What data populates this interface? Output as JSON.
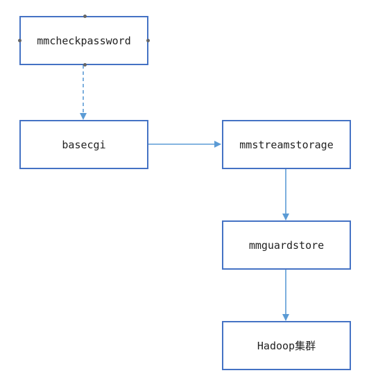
{
  "diagram": {
    "nodes": [
      {
        "id": "mmcheckpassword",
        "label": "mmcheckpassword"
      },
      {
        "id": "basecgi",
        "label": "basecgi"
      },
      {
        "id": "mmstreamstorage",
        "label": "mmstreamstorage"
      },
      {
        "id": "mmguardstore",
        "label": "mmguardstore"
      },
      {
        "id": "hadoop",
        "label": "Hadoop集群"
      }
    ],
    "edges": [
      {
        "from": "mmcheckpassword",
        "to": "basecgi",
        "style": "dashed"
      },
      {
        "from": "basecgi",
        "to": "mmstreamstorage",
        "style": "solid"
      },
      {
        "from": "mmstreamstorage",
        "to": "mmguardstore",
        "style": "solid"
      },
      {
        "from": "mmguardstore",
        "to": "hadoop",
        "style": "solid"
      }
    ],
    "colors": {
      "node_border": "#4472c4",
      "edge": "#5b9bd5",
      "handle": "#666666"
    }
  }
}
